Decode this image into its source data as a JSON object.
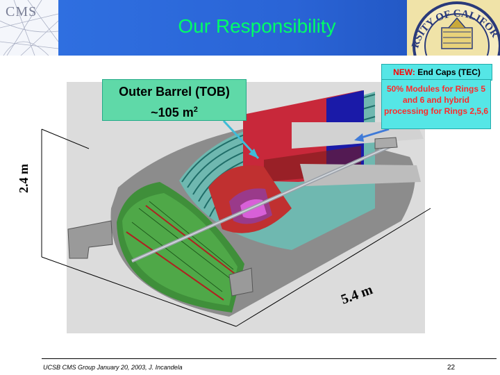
{
  "header": {
    "logo_text": "CMS",
    "title": "Our Responsibility",
    "seal_text": "RSITY OF CALIFOR"
  },
  "figure": {
    "tec_label_new": "NEW:",
    "tec_label_rest": " End Caps (TEC)",
    "tec_note": "50% Modules for Rings 5 and 6 and hybrid processing for Rings 2,5,6",
    "tob_label_line1": "Outer Barrel (TOB)",
    "tob_label_line2": "~105 m",
    "tob_label_sup": "2",
    "dim_height": "2.4 m",
    "dim_length": "5.4 m"
  },
  "footer": {
    "credit": "UCSB CMS Group January 20, 2003, J. Incandela",
    "page_number": "22"
  }
}
